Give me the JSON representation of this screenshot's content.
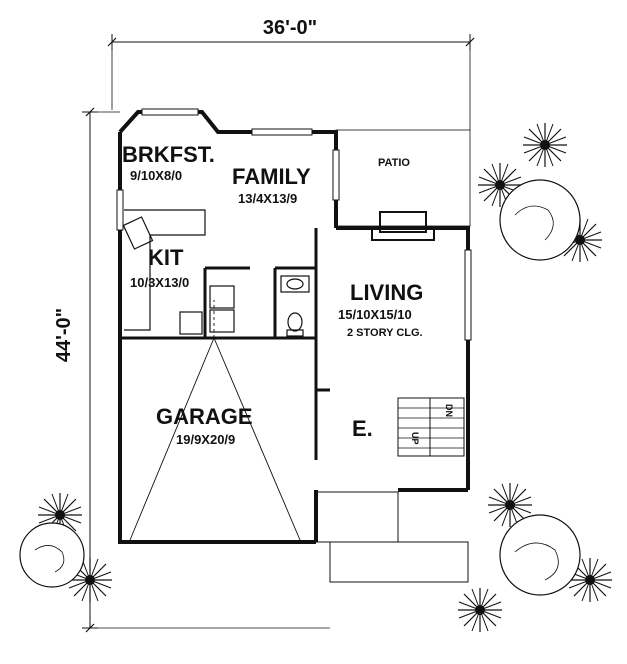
{
  "dimensions": {
    "width_label": "36'-0\"",
    "depth_label": "44'-0\""
  },
  "rooms": {
    "breakfast": {
      "name": "BRKFST.",
      "size": "9/10X8/0"
    },
    "family": {
      "name": "FAMILY",
      "size": "13/4X13/9"
    },
    "kitchen": {
      "name": "KIT",
      "size": "10/3X13/0"
    },
    "living": {
      "name": "LIVING",
      "size": "15/10X15/10",
      "note": "2 STORY CLG."
    },
    "garage": {
      "name": "GARAGE",
      "size": "19/9X20/9"
    },
    "entry": {
      "name": "E."
    },
    "patio": {
      "name": "PATIO"
    }
  },
  "stairs": {
    "up": "UP",
    "down": "DN"
  }
}
